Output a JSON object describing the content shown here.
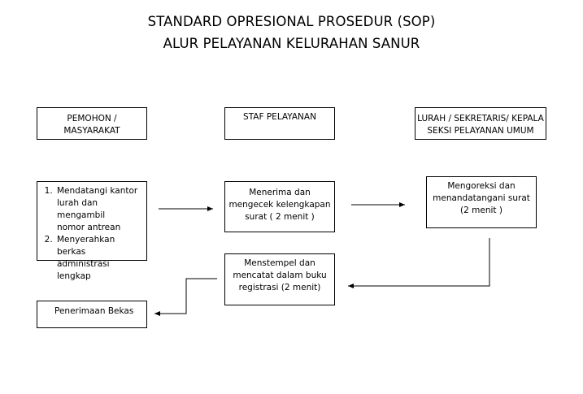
{
  "title": {
    "line1": "STANDARD OPRESIONAL PROSEDUR (SOP)",
    "line2": "ALUR PELAYANAN KELURAHAN SANUR"
  },
  "headers": {
    "pemohon": [
      "PEMOHON /",
      "MASYARAKAT"
    ],
    "staf": [
      "STAF PELAYANAN"
    ],
    "lurah": [
      "LURAH / SEKRETARIS/ KEPALA",
      "SEKSI PELAYANAN UMUM"
    ]
  },
  "steps": {
    "pemohon_items": [
      [
        "Mendatangi kantor",
        "lurah dan mengambil",
        "nomor antrean"
      ],
      [
        "Menyerahkan berkas",
        "administrasi lengkap"
      ]
    ],
    "menerima": [
      "Menerima dan",
      "mengecek kelengkapan",
      "surat ( 2 menit )"
    ],
    "mengoreksi": [
      "Mengoreksi dan",
      "menandatangani surat",
      "(2 menit )"
    ],
    "menstempel": [
      "Menstempel dan",
      "mencatat dalam buku",
      "registrasi (2 menit)"
    ],
    "penerimaan": "Penerimaan Bekas"
  }
}
